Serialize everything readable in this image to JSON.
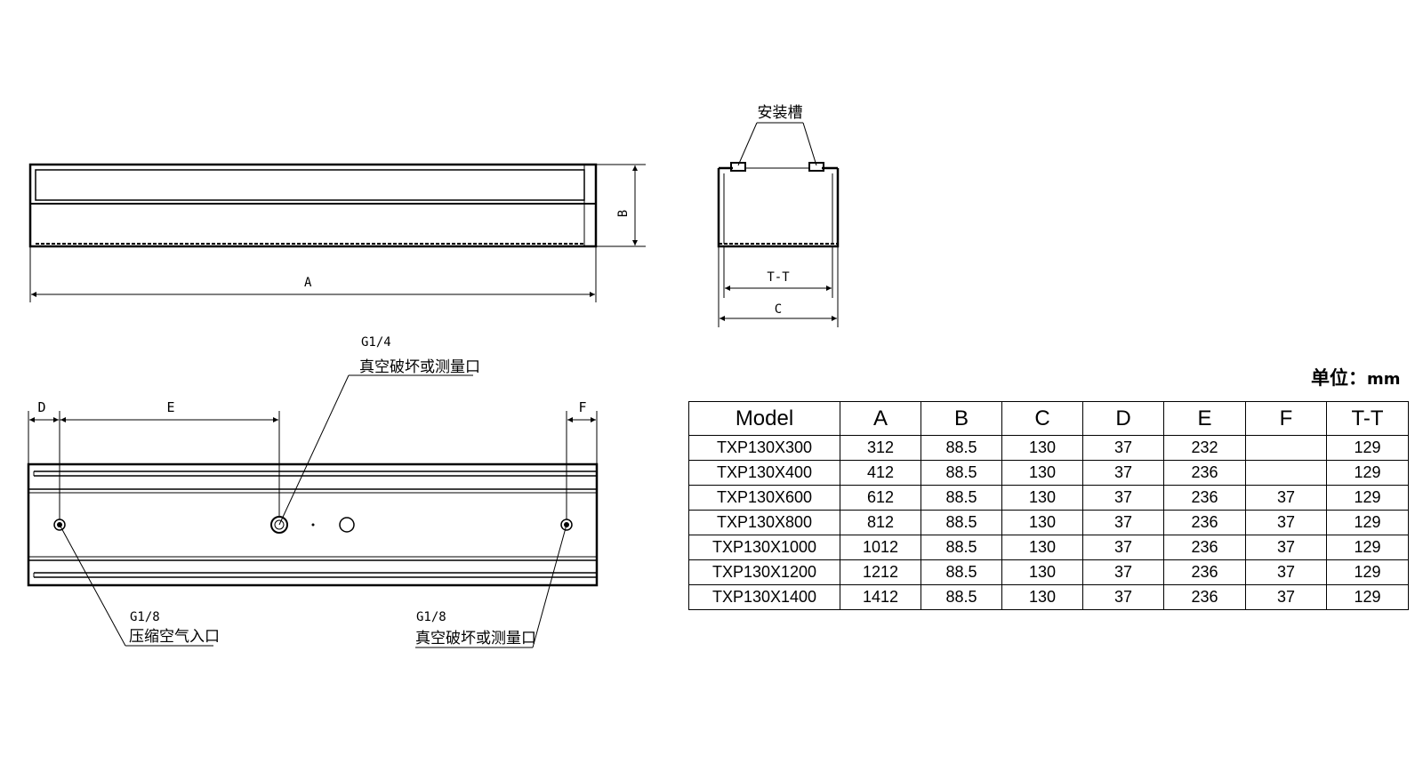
{
  "drawing": {
    "front_view": {
      "dim_a": "A",
      "dim_b": "B"
    },
    "side_view": {
      "slot_label": "安装槽",
      "dim_tt": "T-T",
      "dim_c": "C"
    },
    "bottom_view": {
      "dim_d": "D",
      "dim_e": "E",
      "dim_f": "F",
      "port_top": {
        "size": "G1/4",
        "label": "真空破坏或测量口"
      },
      "port_left": {
        "size": "G1/8",
        "label": "压缩空气入口"
      },
      "port_right": {
        "size": "G1/8",
        "label": "真空破坏或测量口"
      }
    }
  },
  "unit": {
    "label": "单位：",
    "value": "mm"
  },
  "spec_table": {
    "headers": [
      "Model",
      "A",
      "B",
      "C",
      "D",
      "E",
      "F",
      "T-T"
    ],
    "rows": [
      [
        "TXP130X300",
        "312",
        "88.5",
        "130",
        "37",
        "232",
        "",
        "129"
      ],
      [
        "TXP130X400",
        "412",
        "88.5",
        "130",
        "37",
        "236",
        "",
        "129"
      ],
      [
        "TXP130X600",
        "612",
        "88.5",
        "130",
        "37",
        "236",
        "37",
        "129"
      ],
      [
        "TXP130X800",
        "812",
        "88.5",
        "130",
        "37",
        "236",
        "37",
        "129"
      ],
      [
        "TXP130X1000",
        "1012",
        "88.5",
        "130",
        "37",
        "236",
        "37",
        "129"
      ],
      [
        "TXP130X1200",
        "1212",
        "88.5",
        "130",
        "37",
        "236",
        "37",
        "129"
      ],
      [
        "TXP130X1400",
        "1412",
        "88.5",
        "130",
        "37",
        "236",
        "37",
        "129"
      ]
    ]
  }
}
